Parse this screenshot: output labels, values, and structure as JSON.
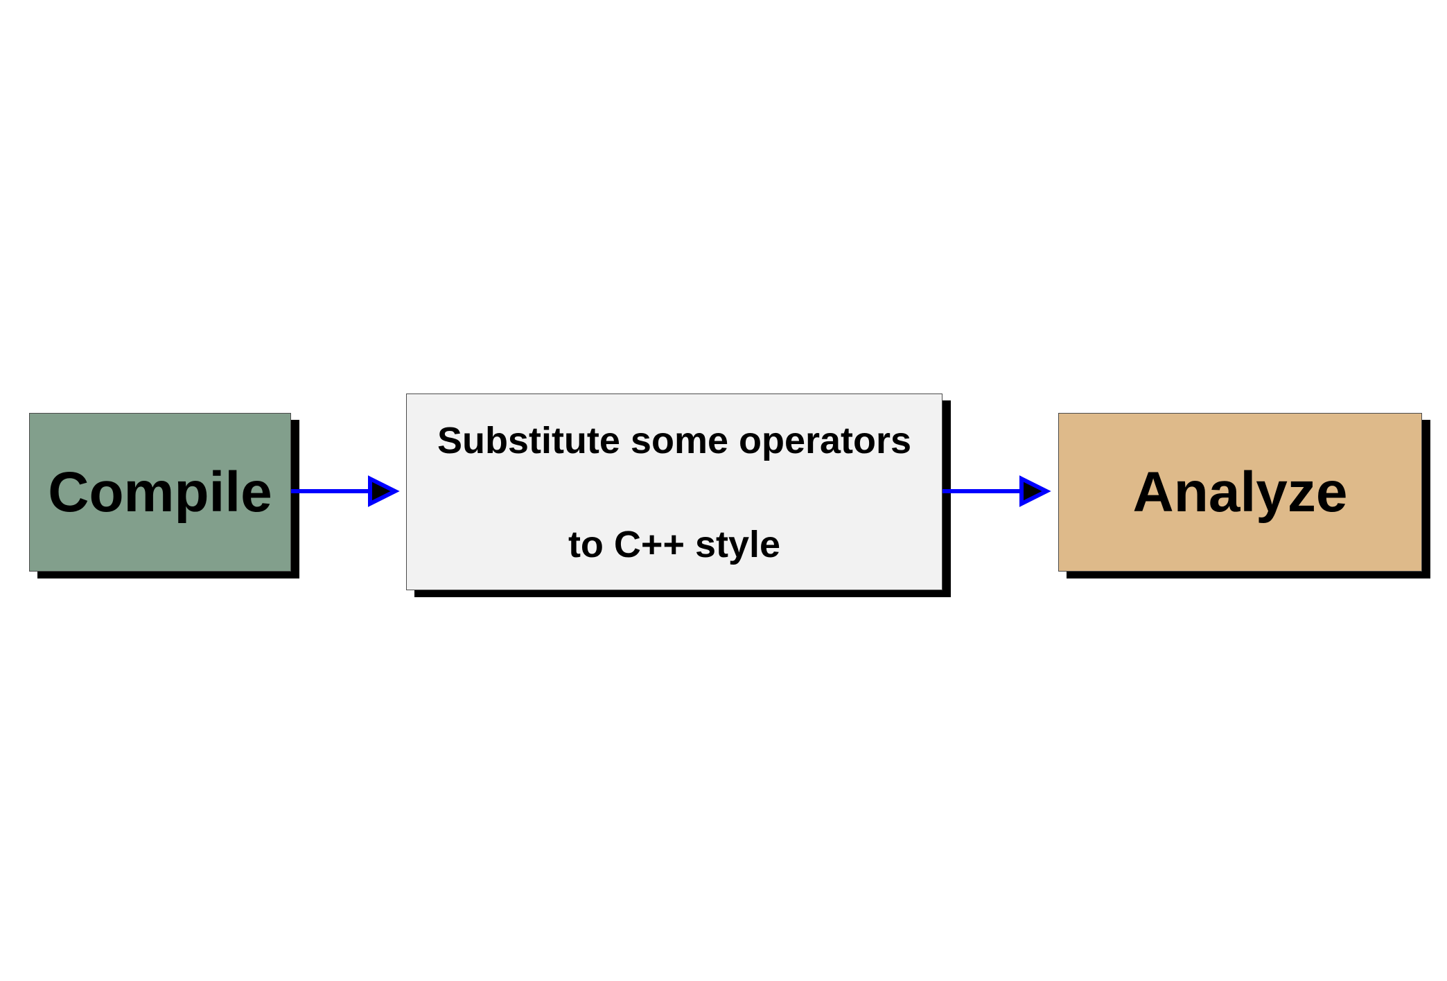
{
  "boxes": {
    "compile": {
      "label": "Compile",
      "color": "#829F8C"
    },
    "substitute": {
      "line1": "Substitute some operators",
      "line2": "to C++ style",
      "color": "#F2F2F2"
    },
    "analyze": {
      "label": "Analyze",
      "color": "#DEBA8A"
    }
  },
  "arrow_color": "#0000FF"
}
